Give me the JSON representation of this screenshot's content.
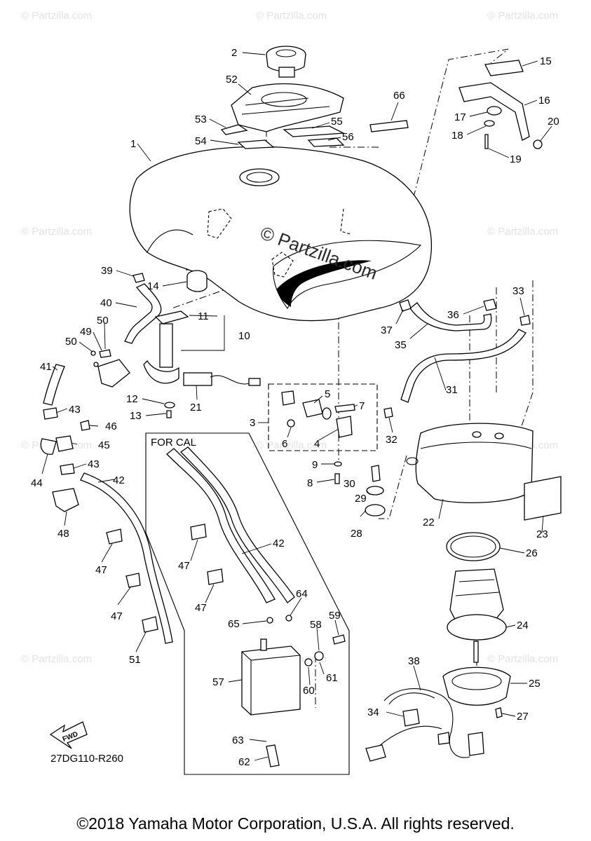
{
  "watermark": "© Partzilla.com",
  "center_watermark": "© Partzilla.com",
  "for_cal_label": "FOR CAL",
  "fwd_label": "FWD",
  "diagram_code": "27DG110-R260",
  "copyright": "©2018 Yamaha Motor Corporation, U.S.A. All rights reserved.",
  "callouts": [
    {
      "id": "c2",
      "text": "2"
    },
    {
      "id": "c52",
      "text": "52"
    },
    {
      "id": "c53",
      "text": "53"
    },
    {
      "id": "c54",
      "text": "54"
    },
    {
      "id": "c55",
      "text": "55"
    },
    {
      "id": "c56",
      "text": "56"
    },
    {
      "id": "c66",
      "text": "66"
    },
    {
      "id": "c1",
      "text": "1"
    },
    {
      "id": "c15",
      "text": "15"
    },
    {
      "id": "c16",
      "text": "16"
    },
    {
      "id": "c17",
      "text": "17"
    },
    {
      "id": "c18",
      "text": "18"
    },
    {
      "id": "c19",
      "text": "19"
    },
    {
      "id": "c20",
      "text": "20"
    },
    {
      "id": "c39",
      "text": "39"
    },
    {
      "id": "c14",
      "text": "14"
    },
    {
      "id": "c40",
      "text": "40"
    },
    {
      "id": "c11",
      "text": "11"
    },
    {
      "id": "c10",
      "text": "10"
    },
    {
      "id": "c50a",
      "text": "50"
    },
    {
      "id": "c49",
      "text": "49"
    },
    {
      "id": "c50b",
      "text": "50"
    },
    {
      "id": "c41",
      "text": "41"
    },
    {
      "id": "c12",
      "text": "12"
    },
    {
      "id": "c13",
      "text": "13"
    },
    {
      "id": "c21",
      "text": "21"
    },
    {
      "id": "c43a",
      "text": "43"
    },
    {
      "id": "c46",
      "text": "46"
    },
    {
      "id": "c45",
      "text": "45"
    },
    {
      "id": "c44",
      "text": "44"
    },
    {
      "id": "c43b",
      "text": "43"
    },
    {
      "id": "c42a",
      "text": "42"
    },
    {
      "id": "c48",
      "text": "48"
    },
    {
      "id": "c47a",
      "text": "47"
    },
    {
      "id": "c47b",
      "text": "47"
    },
    {
      "id": "c51",
      "text": "51"
    },
    {
      "id": "c3",
      "text": "3"
    },
    {
      "id": "c5",
      "text": "5"
    },
    {
      "id": "c7",
      "text": "7"
    },
    {
      "id": "c6",
      "text": "6"
    },
    {
      "id": "c4",
      "text": "4"
    },
    {
      "id": "c32",
      "text": "32"
    },
    {
      "id": "c9",
      "text": "9"
    },
    {
      "id": "c8",
      "text": "8"
    },
    {
      "id": "c30",
      "text": "30"
    },
    {
      "id": "c29",
      "text": "29"
    },
    {
      "id": "c28",
      "text": "28"
    },
    {
      "id": "c37",
      "text": "37"
    },
    {
      "id": "c36",
      "text": "36"
    },
    {
      "id": "c33",
      "text": "33"
    },
    {
      "id": "c35",
      "text": "35"
    },
    {
      "id": "c31",
      "text": "31"
    },
    {
      "id": "c22",
      "text": "22"
    },
    {
      "id": "c23",
      "text": "23"
    },
    {
      "id": "c26",
      "text": "26"
    },
    {
      "id": "c24",
      "text": "24"
    },
    {
      "id": "c25",
      "text": "25"
    },
    {
      "id": "c27",
      "text": "27"
    },
    {
      "id": "c38",
      "text": "38"
    },
    {
      "id": "c34",
      "text": "34"
    },
    {
      "id": "c42b",
      "text": "42"
    },
    {
      "id": "c47c",
      "text": "47"
    },
    {
      "id": "c47d",
      "text": "47"
    },
    {
      "id": "c64",
      "text": "64"
    },
    {
      "id": "c65",
      "text": "65"
    },
    {
      "id": "c58",
      "text": "58"
    },
    {
      "id": "c59",
      "text": "59"
    },
    {
      "id": "c57",
      "text": "57"
    },
    {
      "id": "c61",
      "text": "61"
    },
    {
      "id": "c60",
      "text": "60"
    },
    {
      "id": "c63",
      "text": "63"
    },
    {
      "id": "c62",
      "text": "62"
    }
  ]
}
